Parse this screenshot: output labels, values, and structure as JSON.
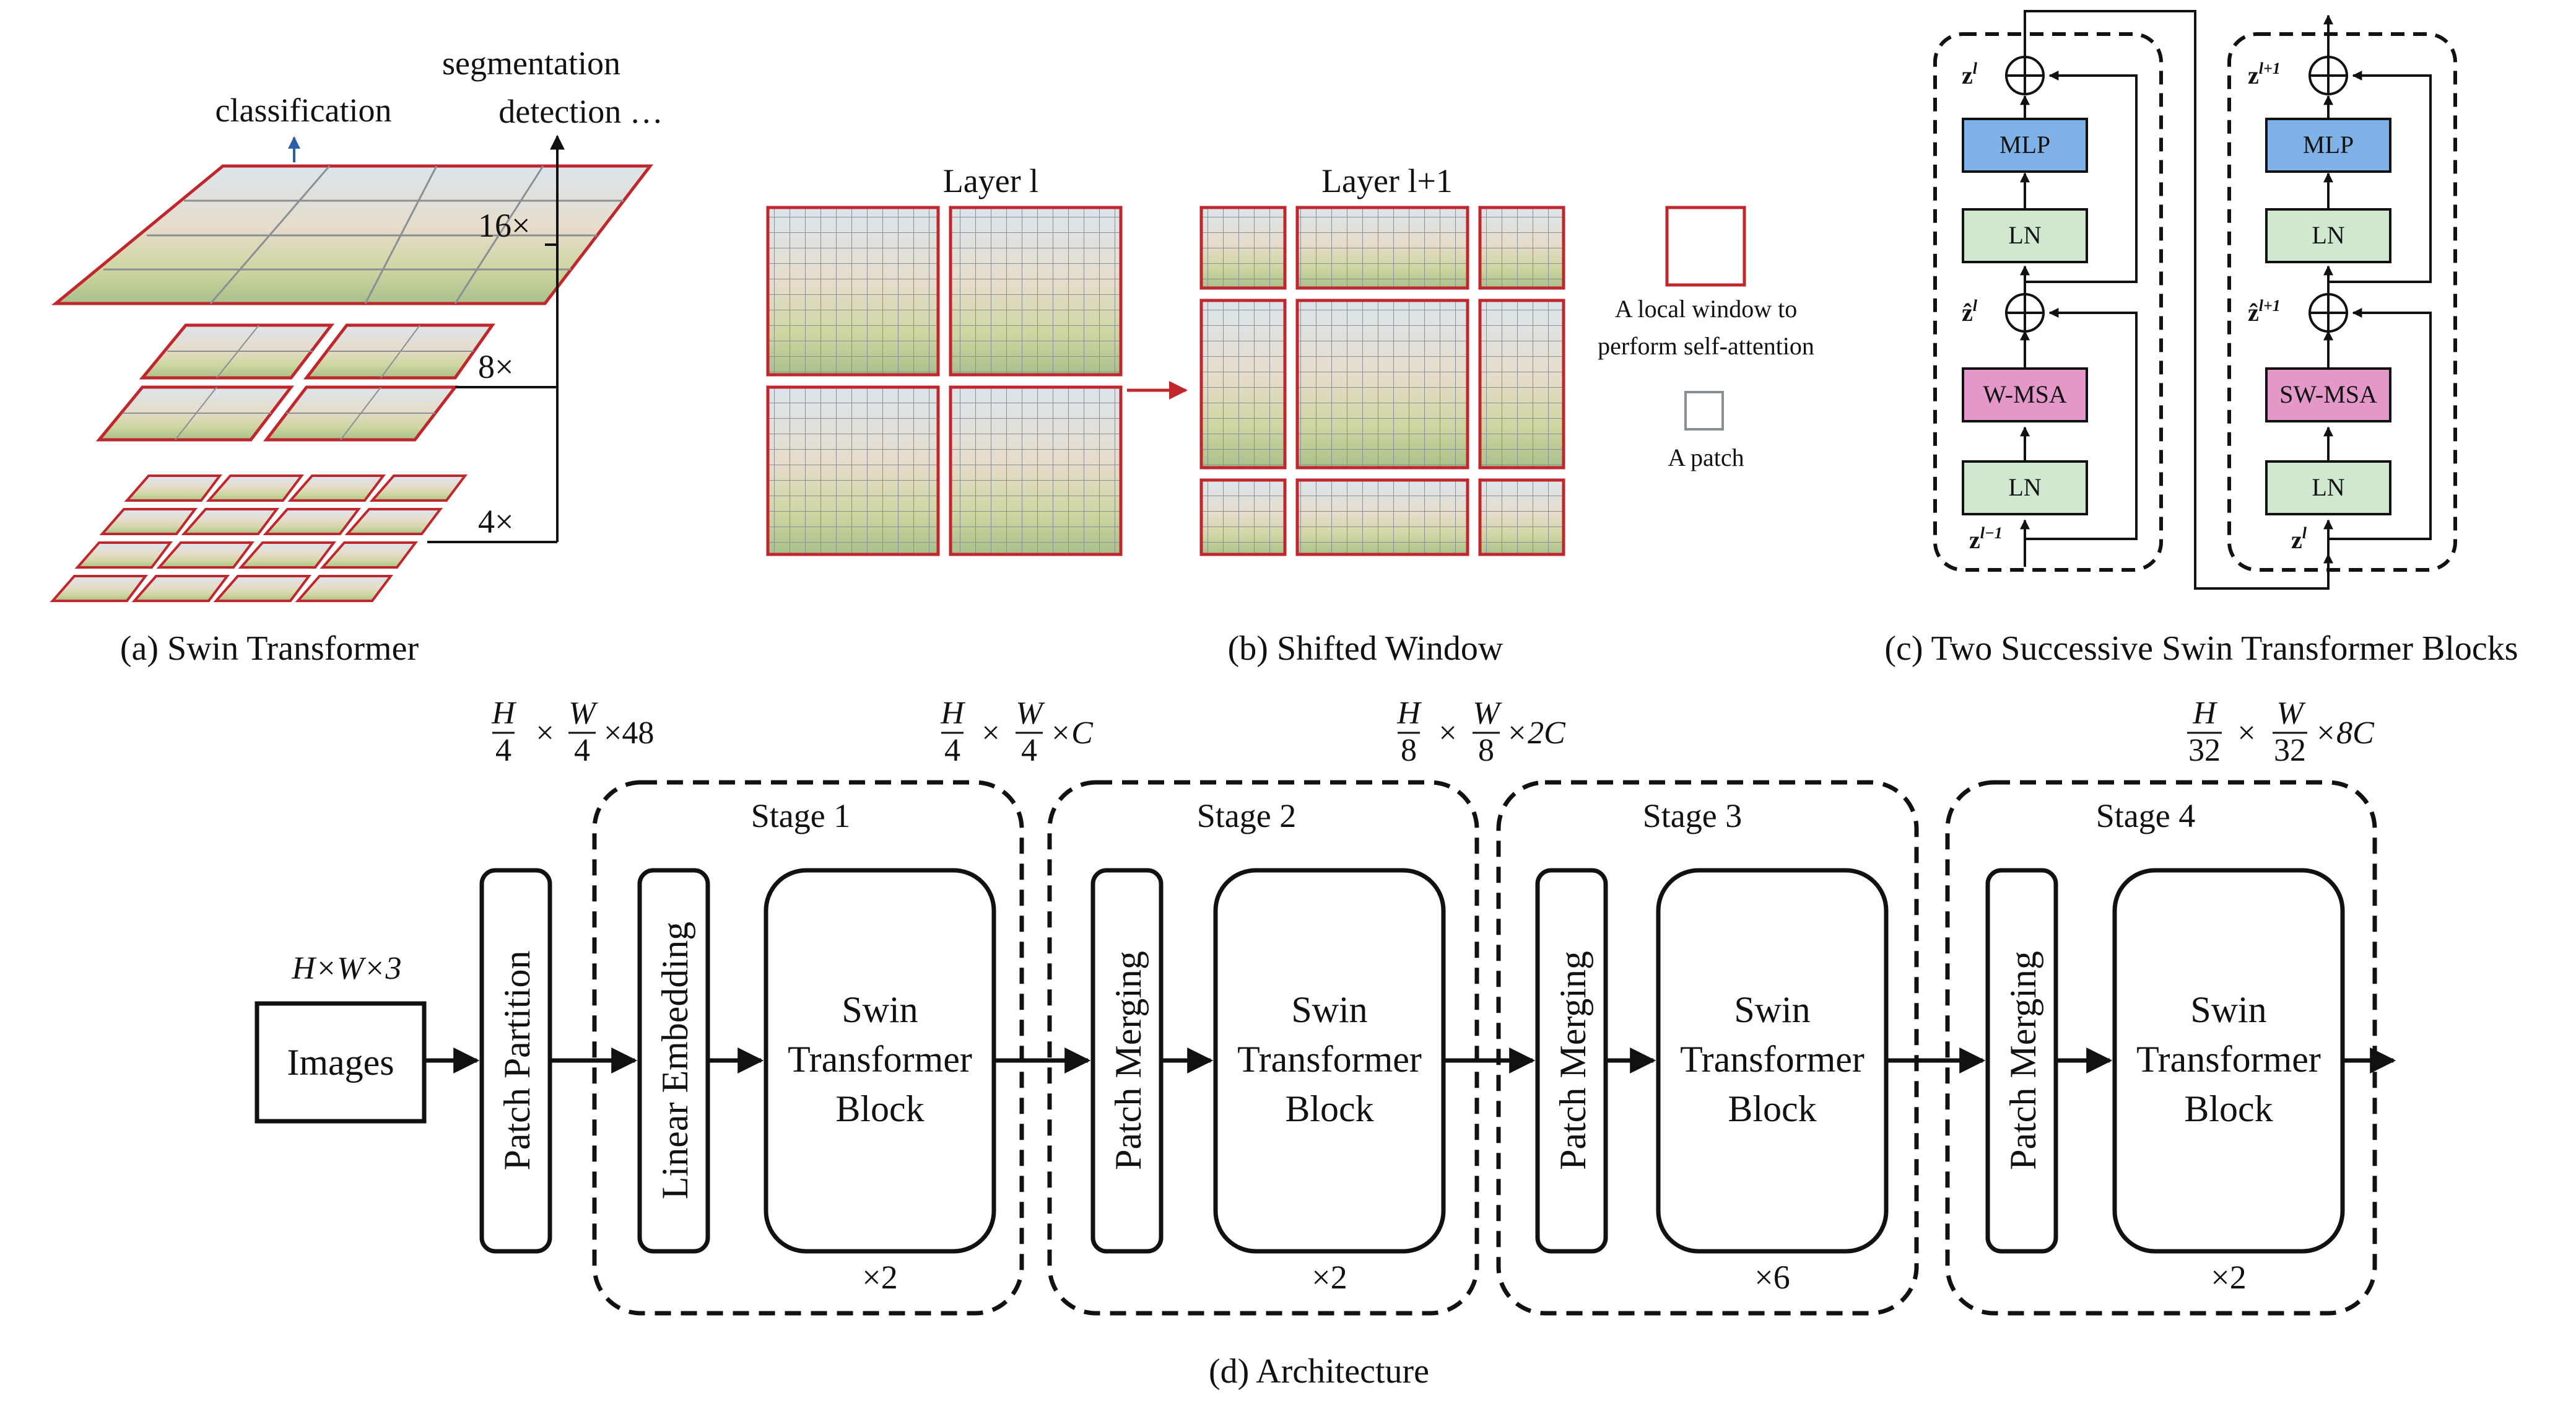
{
  "panel_a": {
    "label_classification": "classification",
    "label_segmentation": "segmentation",
    "label_detection": "detection …",
    "scale_16": "16×",
    "scale_8": "8×",
    "scale_4": "4×",
    "caption": "(a) Swin Transformer"
  },
  "panel_b": {
    "layer_l": "Layer l",
    "layer_l1": "Layer l+1",
    "legend_window_1": "A local window to",
    "legend_window_2": "perform self-attention",
    "legend_patch": "A patch",
    "caption": "(b) Shifted Window"
  },
  "panel_c": {
    "block1": {
      "mlp": "MLP",
      "ln_top": "LN",
      "msa": "W-MSA",
      "ln_bottom": "LN",
      "z_out": "z",
      "z_out_sup": "l",
      "z_mid": "ẑ",
      "z_mid_sup": "l",
      "z_in": "z",
      "z_in_sup": "l−1"
    },
    "block2": {
      "mlp": "MLP",
      "ln_top": "LN",
      "msa": "SW-MSA",
      "ln_bottom": "LN",
      "z_out": "z",
      "z_out_sup": "l+1",
      "z_mid": "ẑ",
      "z_mid_sup": "l+1",
      "z_in": "z",
      "z_in_sup": "l"
    },
    "caption": "(c) Two Successive Swin Transformer Blocks"
  },
  "panel_d": {
    "input_dim": "H×W×3",
    "images": "Images",
    "patch_partition": "Patch Partition",
    "linear_embedding": "Linear Embedding",
    "patch_merging": "Patch Merging",
    "block_line1": "Swin",
    "block_line2": "Transformer",
    "block_line3": "Block",
    "stages": [
      {
        "name": "Stage 1",
        "repeat": "×2",
        "dim_h": "H",
        "dim_hd": "4",
        "dim_w": "W",
        "dim_wd": "4",
        "dim_c": "×48"
      },
      {
        "name": "Stage 2",
        "repeat": "×2",
        "dim_h": "H",
        "dim_hd": "4",
        "dim_w": "W",
        "dim_wd": "4",
        "dim_c": "×C"
      },
      {
        "name": "Stage 3",
        "repeat": "×6",
        "dim_h": "H",
        "dim_hd": "8",
        "dim_w": "W",
        "dim_wd": "8",
        "dim_c": "×2C"
      },
      {
        "name": "Stage 4",
        "repeat": "×2",
        "dim_h": "H",
        "dim_hd": "32",
        "dim_w": "W",
        "dim_wd": "32",
        "dim_c": "×8C"
      }
    ],
    "caption": "(d) Architecture"
  },
  "colors": {
    "red": "#c0272d",
    "mlp_fill": "#7fb2e6",
    "ln_fill": "#cfe8cf",
    "msa_fill": "#e398c9",
    "arrow_blue": "#2e5ea8"
  }
}
